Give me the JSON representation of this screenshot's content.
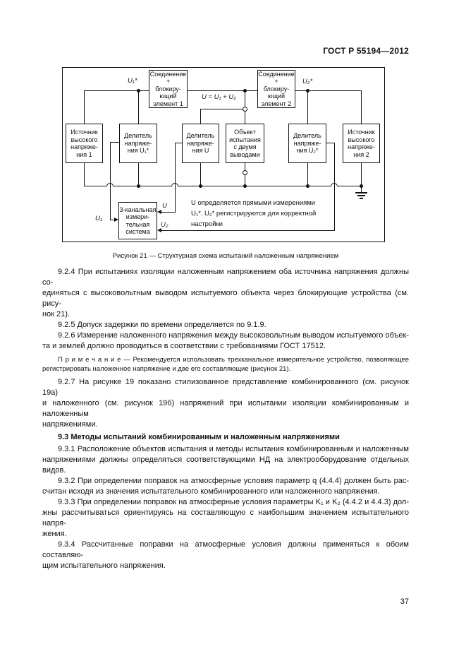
{
  "ink_color": "#111111",
  "header": {
    "title": "ГОСТ Р 55194—2012"
  },
  "figure": {
    "caption": "Рисунок 21 — Структурная схема испытаний наложенным напряжением",
    "boxes": {
      "conn1": "Соединение\n+\nблокиру-\nющий\nэлемент 1",
      "conn2": "Соединение\n+\nблокиру-\nющий\nэлемент 2",
      "src1": "Источник\nвысокого\nнапряже-\nния 1",
      "div1": "Делитель\nнапряже-\nния U₁*",
      "divU": "Делитель\nнапряже-\nния U",
      "obj": "Объект\nиспытания\nс двумя\nвыводами",
      "div2": "Делитель\nнапряже-\nния U₂*",
      "src2": "Источник\nвысокого\nнапряже-\nния 2",
      "meas": "3-канальная\nизмери-\nтельная\nсистема"
    },
    "labels": {
      "u1star": "U₁*",
      "u2star": "U₂*",
      "sum": "U = U₁ + U₂",
      "u": "U",
      "u1": "U₁",
      "u2": "U₂"
    },
    "note": "U определяется прямыми измерениями\nU₁*. U₂* регистрируются для корректной\nнастройки"
  },
  "paragraphs": [
    {
      "style": "normal",
      "lines": [
        "9.2.4  При испытаниях изоляции наложенным напряжением оба источника напряжения должны со-",
        "единяться с высоковольтным выводом испытуемого объекта через блокирующие устройства (см. рису-",
        "нок 21)."
      ]
    },
    {
      "style": "normal",
      "lines": [
        "9.2.5  Допуск задержки по времени определяется по 9.1.9."
      ]
    },
    {
      "style": "normal",
      "lines": [
        "9.2.6  Измерение наложенного напряжения между высоковольтным выводом испытуемого объек-",
        "та и землей должно проводиться в соответствии с требованиями ГОСТ 17512."
      ]
    },
    {
      "style": "note",
      "lines": [
        "П р и м е ч а н и е — Рекомендуется использовать трехканальное измерительное устройство, позволяющее",
        "регистрировать наложенное напряжение и две его составляющие (рисунок 21)."
      ]
    },
    {
      "style": "normal",
      "lines": [
        "9.2.7  На рисунке 19 показано стилизованное представление комбинированного (см. рисунок 19а)",
        "и наложенного (см. рисунок 19б) напряжений при испытании изоляции комбинированным и наложенным",
        "напряжениями."
      ]
    },
    {
      "style": "heading",
      "lines": [
        "9.3  Методы испытаний комбинированным и наложенным напряжениями"
      ]
    },
    {
      "style": "normal",
      "lines": [
        "9.3.1  Расположение объектов испытания и методы испытания комбинированным и наложенным",
        "напряжениями должны определяться соответствующими НД на электрооборудование отдельных",
        "видов."
      ]
    },
    {
      "style": "normal",
      "lines": [
        "9.3.2  При определении поправок на атмосферные условия параметр q (4.4.4) должен быть рас-",
        "считан исходя из значения испытательного комбинированного или наложенного напряжения."
      ]
    },
    {
      "style": "normal",
      "lines": [
        "9.3.3  При определении поправок на атмосферные условия параметры K₁ и K₂ (4.4.2 и 4.4.3) дол-",
        "жны рассчитываться ориентируясь на составляющую с наибольшим значением испытательного напря-",
        "жения."
      ]
    },
    {
      "style": "normal",
      "lines": [
        "9.3.4  Рассчитанные поправки на атмосферные условия должны применяться к обоим составляю-",
        "щим испытательного напряжения."
      ]
    }
  ],
  "page_number": "37"
}
